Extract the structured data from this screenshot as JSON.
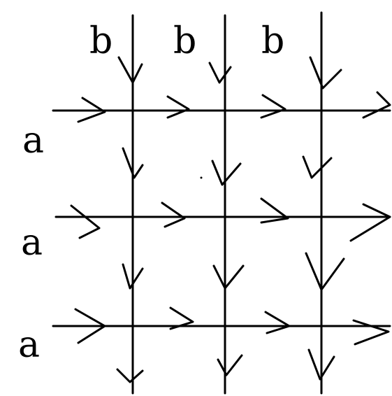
{
  "diagram": {
    "column_labels": [
      "b",
      "b",
      "b"
    ],
    "row_labels": [
      "a",
      "a",
      "a"
    ],
    "stroke_color": "#000000",
    "background_color": "#ffffff",
    "arrow_direction_horizontal": "right",
    "arrow_direction_vertical": "down"
  }
}
